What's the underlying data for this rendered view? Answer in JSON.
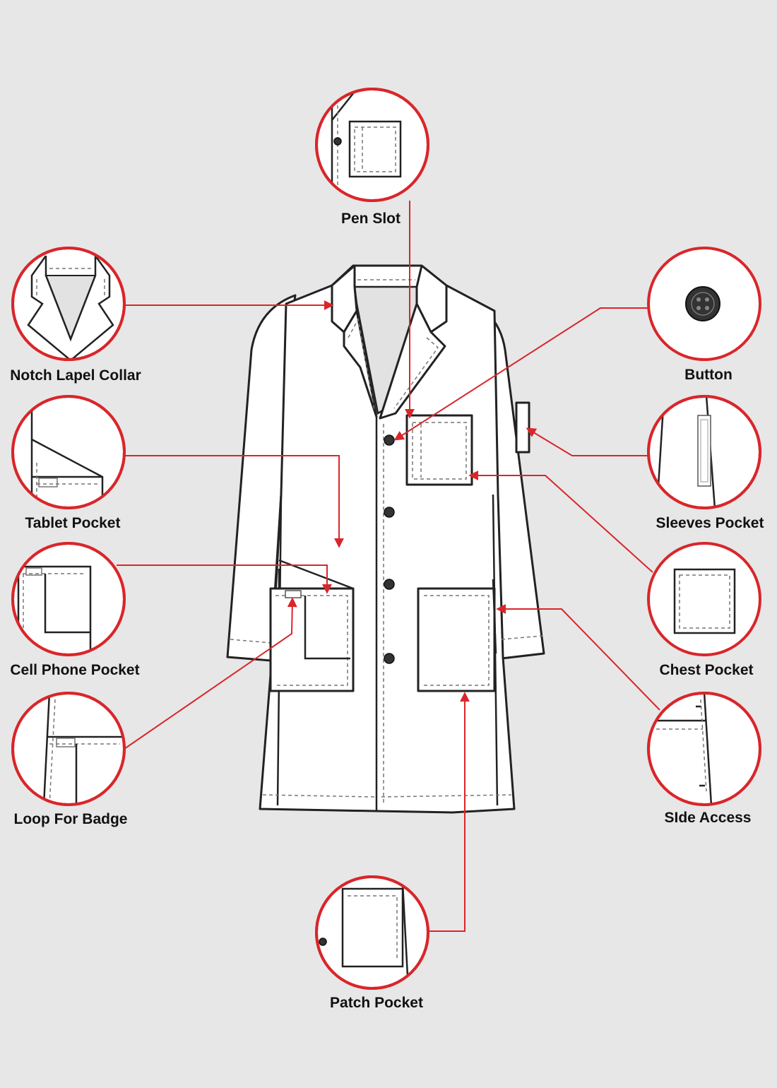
{
  "colors": {
    "background": "#e7e7e7",
    "accent": "#d9262a",
    "ink": "#222222"
  },
  "labels": {
    "pen_slot": "Pen Slot",
    "notch_lapel_collar": "Notch Lapel Collar",
    "button": "Button",
    "tablet_pocket": "Tablet Pocket",
    "sleeves_pocket": "Sleeves Pocket",
    "cell_phone_pocket": "Cell Phone Pocket",
    "chest_pocket": "Chest Pocket",
    "loop_for_badge": "Loop For Badge",
    "side_access": "SIde Access",
    "patch_pocket": "Patch Pocket"
  }
}
